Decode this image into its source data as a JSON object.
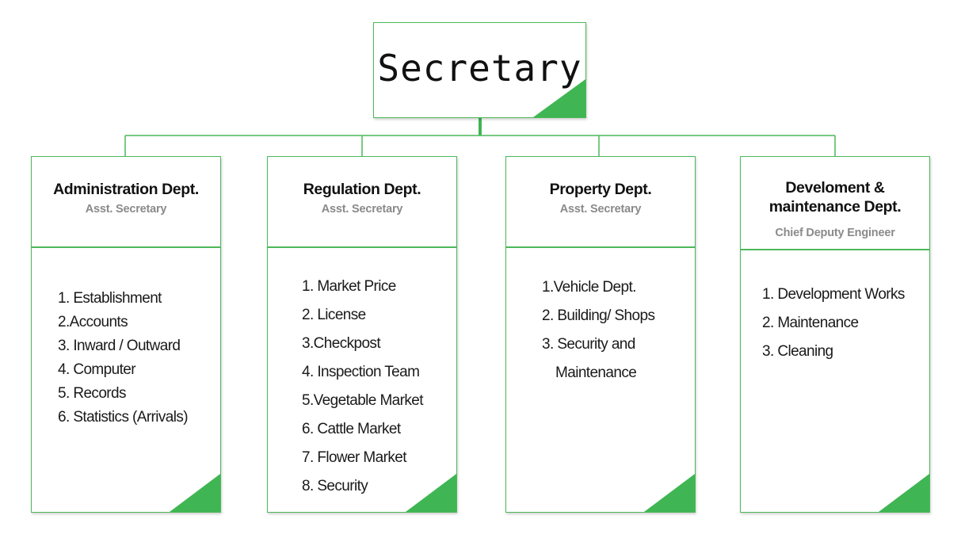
{
  "top": {
    "title": "Secretary"
  },
  "departments": [
    {
      "name": "Administration Dept.",
      "subtitle": "Asst. Secretary",
      "items": [
        "1. Establishment",
        "2.Accounts",
        "3. Inward / Outward",
        "4. Computer",
        "5. Records",
        "6. Statistics (Arrivals)"
      ]
    },
    {
      "name": "Regulation Dept.",
      "subtitle": "Asst. Secretary",
      "items": [
        "1. Market Price",
        "2. License",
        "3.Checkpost",
        "4. Inspection Team",
        "5.Vegetable Market",
        "6. Cattle Market",
        "7. Flower Market",
        "8. Security"
      ]
    },
    {
      "name": "Property Dept.",
      "subtitle": "Asst. Secretary",
      "items": [
        "1.Vehicle Dept.",
        "2. Building/ Shops",
        "3. Security and",
        "Maintenance"
      ]
    },
    {
      "name_line1": "Develoment &",
      "name_line2": "maintenance Dept.",
      "subtitle": "Chief Deputy Engineer",
      "items": [
        "1. Development Works",
        "2. Maintenance",
        "3. Cleaning"
      ]
    }
  ],
  "colors": {
    "accent": "#3fb653",
    "border": "#4cb85a",
    "subtitle": "#8a8a8a"
  }
}
